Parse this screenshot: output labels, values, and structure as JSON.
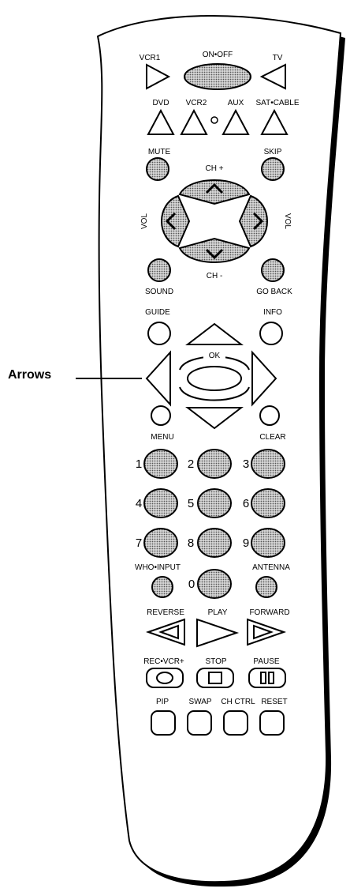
{
  "callout": {
    "label": "Arrows"
  },
  "remote": {
    "labels": {
      "vcr1": "VCR1",
      "on_off": "ON•OFF",
      "tv": "TV",
      "dvd": "DVD",
      "vcr2": "VCR2",
      "aux": "AUX",
      "sat_cable": "SAT•CABLE",
      "mute": "MUTE",
      "skip": "SKIP",
      "ch_plus": "CH +",
      "ch_minus": "CH -",
      "vol_left": "VOL",
      "vol_right": "VOL",
      "sound": "SOUND",
      "go_back": "GO BACK",
      "guide": "GUIDE",
      "info": "INFO",
      "ok": "OK",
      "menu": "MENU",
      "clear": "CLEAR",
      "who_input": "WHO•INPUT",
      "antenna": "ANTENNA",
      "reverse": "REVERSE",
      "play": "PLAY",
      "forward": "FORWARD",
      "rec_vcr_plus": "REC•VCR+",
      "stop": "STOP",
      "pause": "PAUSE",
      "pip": "PIP",
      "swap": "SWAP",
      "ch_ctrl": "CH CTRL",
      "reset": "RESET"
    },
    "digits": [
      "1",
      "2",
      "3",
      "4",
      "5",
      "6",
      "7",
      "8",
      "9",
      "0"
    ]
  },
  "colors": {
    "button_fill": "#9a9a9a",
    "body_fill": "#ffffff",
    "outline": "#000000"
  }
}
